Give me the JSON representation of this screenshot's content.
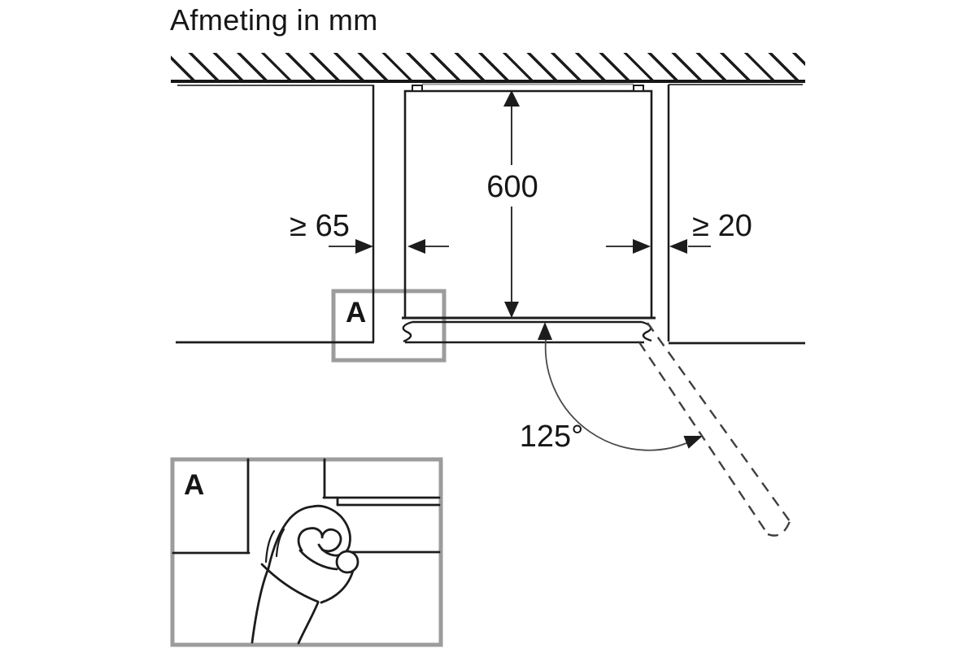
{
  "title": "Afmeting in mm",
  "diagram": {
    "depth_label": "600",
    "left_clearance_label": "≥ 65",
    "right_clearance_label": "≥ 20",
    "door_angle_label": "125°",
    "detail_marker_label": "A"
  },
  "detail_view": {
    "label": "A"
  },
  "colors": {
    "ink": "#1c1c1c",
    "line_gray": "#9e9e9e",
    "detail_box_gray": "#9c9c9c",
    "background": "#ffffff"
  }
}
